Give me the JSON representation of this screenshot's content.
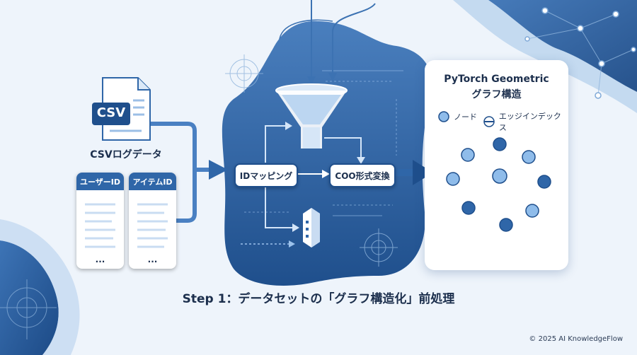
{
  "csv": {
    "icon_text": "CSV",
    "label": "CSVログデータ"
  },
  "columns": [
    {
      "header": "ユーザーID",
      "more": "..."
    },
    {
      "header": "アイテムID",
      "more": "..."
    }
  ],
  "pipeline": {
    "id_mapping": "IDマッピング",
    "coo_convert": "COO形式変換"
  },
  "graph_card": {
    "title_line1": "PyTorch Geometric",
    "title_line2": "グラフ構造",
    "legend_node": "ノード",
    "legend_edge": "エッジインデックス"
  },
  "caption": "Step 1：データセットの「グラフ構造化」前処理",
  "footer": "© 2025 AI KnowledgeFlow",
  "colors": {
    "dark_blue": "#1f4f8c",
    "mid_blue": "#2f66a8",
    "node_fill": "#8fbcea",
    "background": "#eef4fb"
  }
}
